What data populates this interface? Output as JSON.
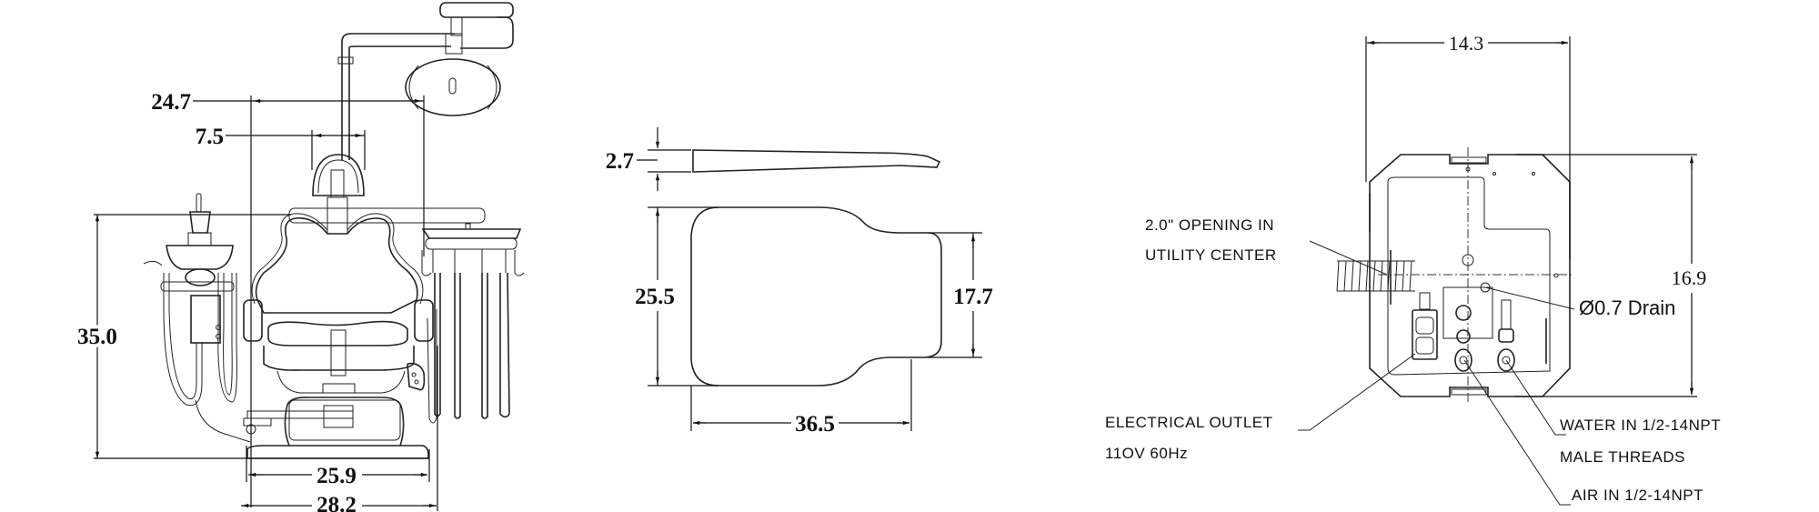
{
  "chair_front_view": {
    "dim_light_reach": "24.7",
    "dim_headrest_width": "7.5",
    "dim_height": "35.0",
    "dim_base_width": "25.9",
    "dim_overall_width": "28.2"
  },
  "backrest_view": {
    "dim_thickness": "2.7",
    "dim_wide_end": "25.5",
    "dim_narrow_end": "17.7",
    "dim_length": "36.5"
  },
  "utility_center_view": {
    "dim_width": "14.3",
    "dim_height": "16.9",
    "label_opening_line1": "2.0\" OPENING IN",
    "label_opening_line2": "UTILITY CENTER",
    "label_drain": "Ø0.7 Drain",
    "label_outlet_line1": "ELECTRICAL OUTLET",
    "label_outlet_line2": "11OV 60Hz",
    "label_water_line1": "WATER IN 1/2-14NPT",
    "label_water_line2": "MALE THREADS",
    "label_air": "AIR IN 1/2-14NPT"
  }
}
